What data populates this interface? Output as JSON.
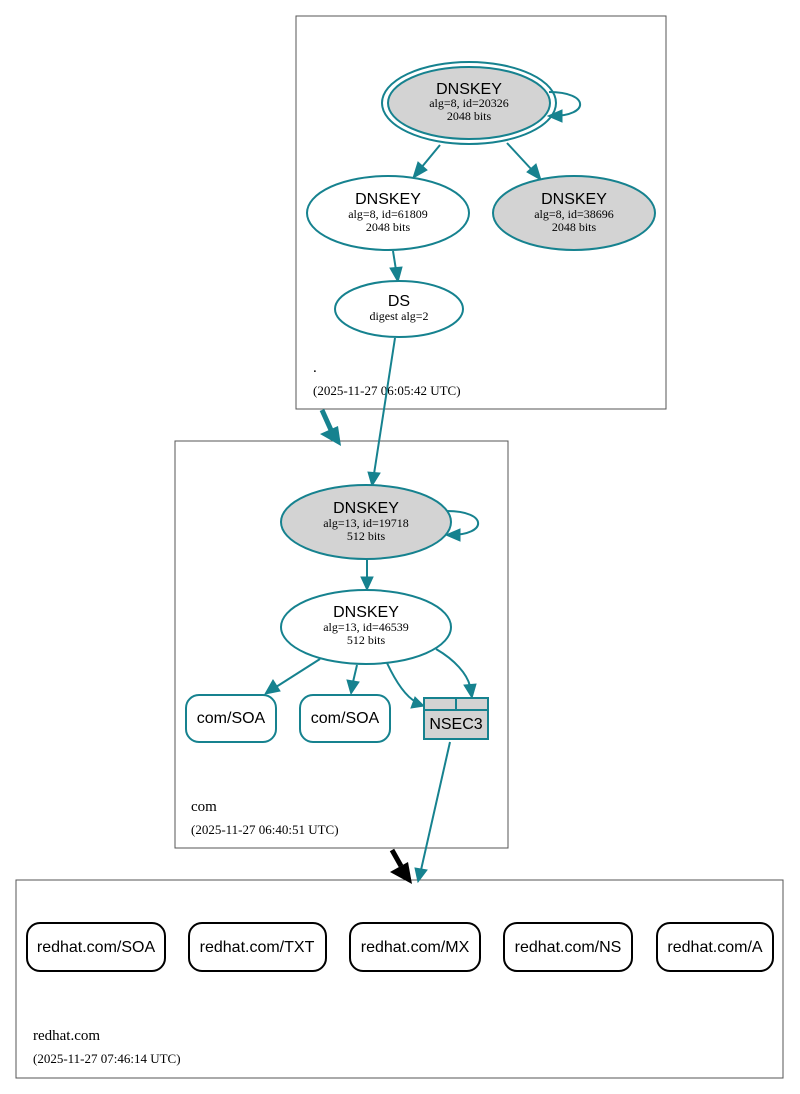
{
  "colors": {
    "edge": "#16828f",
    "node_fill_gray": "#d3d3d3",
    "node_fill_white": "#ffffff",
    "zone_border": "#555555",
    "delegation_arrow_black": "#000000"
  },
  "zones": {
    "root": {
      "name": ".",
      "timestamp": "(2025-11-27 06:05:42 UTC)"
    },
    "com": {
      "name": "com",
      "timestamp": "(2025-11-27 06:40:51 UTC)"
    },
    "redhat": {
      "name": "redhat.com",
      "timestamp": "(2025-11-27 07:46:14 UTC)"
    }
  },
  "nodes": {
    "root_ksk": {
      "title": "DNSKEY",
      "line1": "alg=8, id=20326",
      "line2": "2048 bits"
    },
    "root_zsk": {
      "title": "DNSKEY",
      "line1": "alg=8, id=61809",
      "line2": "2048 bits"
    },
    "root_zsk2": {
      "title": "DNSKEY",
      "line1": "alg=8, id=38696",
      "line2": "2048 bits"
    },
    "root_ds": {
      "title": "DS",
      "line1": "digest alg=2"
    },
    "com_ksk": {
      "title": "DNSKEY",
      "line1": "alg=13, id=19718",
      "line2": "512 bits"
    },
    "com_zsk": {
      "title": "DNSKEY",
      "line1": "alg=13, id=46539",
      "line2": "512 bits"
    },
    "com_soa1": {
      "label": "com/SOA"
    },
    "com_soa2": {
      "label": "com/SOA"
    },
    "com_nsec3": {
      "label": "NSEC3"
    }
  },
  "records": [
    {
      "label": "redhat.com/SOA"
    },
    {
      "label": "redhat.com/TXT"
    },
    {
      "label": "redhat.com/MX"
    },
    {
      "label": "redhat.com/NS"
    },
    {
      "label": "redhat.com/A"
    }
  ]
}
